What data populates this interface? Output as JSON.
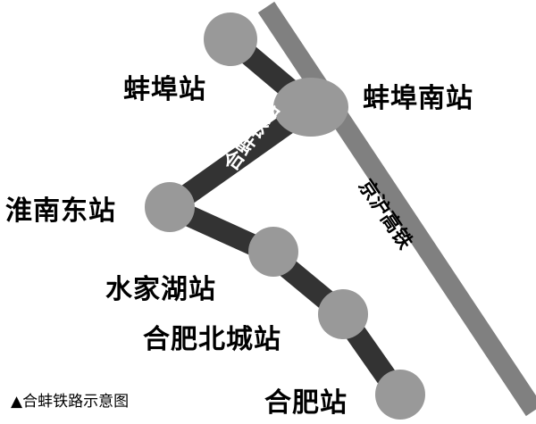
{
  "stations": {
    "bengbu": "蚌埠站",
    "bengbu_south": "蚌埠南站",
    "huainan_east": "淮南东站",
    "shuijiahu": "水家湖站",
    "hefei_north_city": "合肥北城站",
    "hefei": "合肥站"
  },
  "lines": {
    "hebeng_railway": "合蚌铁路",
    "jinghu_hsr": "京沪高铁"
  },
  "caption": "▲合蚌铁路示意图",
  "colors": {
    "railway": "#333333",
    "hsr": "#808080",
    "station": "#999999",
    "line_label_on_dark": "#ffffff",
    "line_label_on_grey": "#000000"
  }
}
